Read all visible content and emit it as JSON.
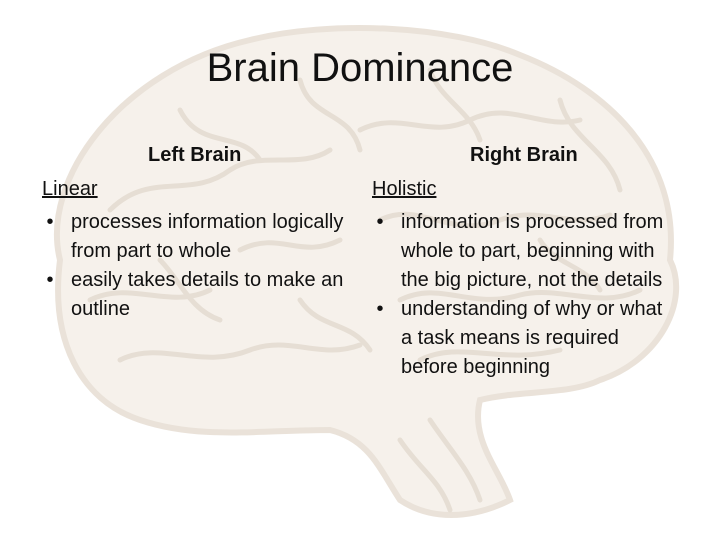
{
  "slide": {
    "title": "Brain Dominance"
  },
  "left": {
    "heading": "Left Brain",
    "subtitle": "Linear",
    "bullets": [
      "processes information logically from part to whole",
      "easily takes details to make an outline"
    ]
  },
  "right": {
    "heading": "Right Brain",
    "subtitle": "Holistic",
    "bullets": [
      "information is processed from whole to part, beginning with the big picture, not the details",
      "understanding of why or what a task means is required before beginning"
    ]
  },
  "bullet_glyph": "•",
  "background": {
    "icon": "brain-illustration",
    "color": "#e8ddd0"
  }
}
